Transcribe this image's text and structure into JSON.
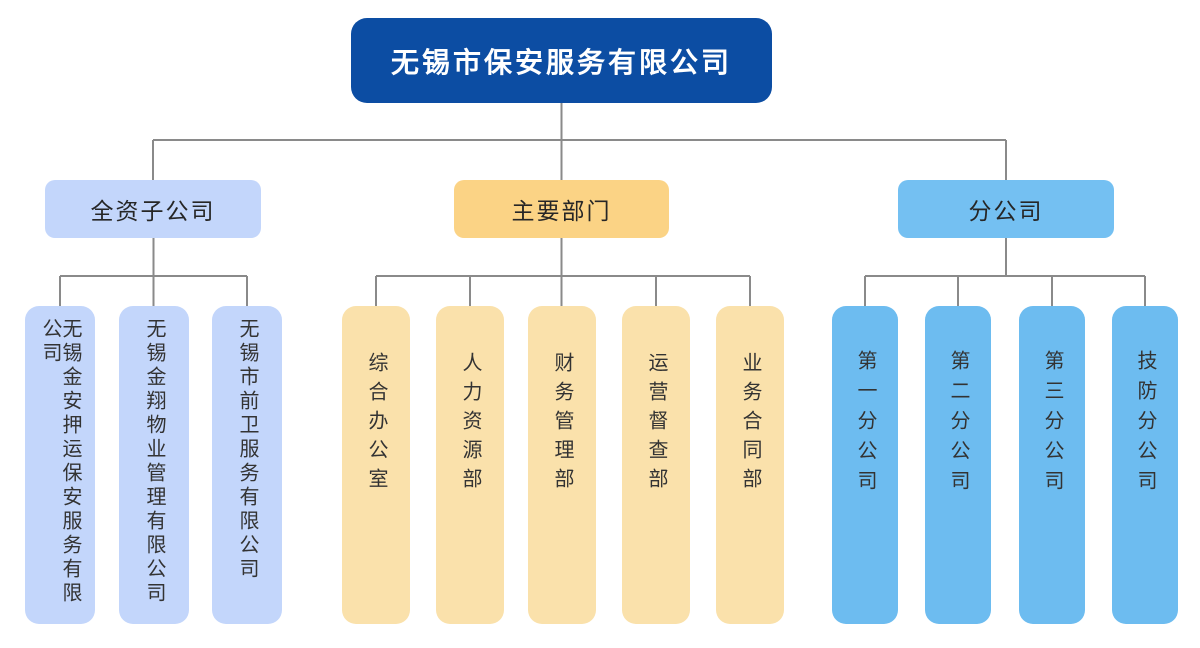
{
  "root": {
    "label": "无锡市保安服务有限公司"
  },
  "groups": [
    {
      "label": "全资子公司",
      "children": [
        "无锡金安押运保安服务有限公司",
        "无锡金翔物业管理有限公司",
        "无锡市前卫服务有限公司"
      ]
    },
    {
      "label": "主要部门",
      "children": [
        "综合办公室",
        "人力资源部",
        "财务管理部",
        "运营督查部",
        "业务合同部"
      ]
    },
    {
      "label": "分公司",
      "children": [
        "第一分公司",
        "第二分公司",
        "第三分公司",
        "技防分公司"
      ]
    }
  ],
  "colors": {
    "root_fill": "#0c4da3",
    "root_text": "#ffffff",
    "subsidiary_fill": "#c3d6fb",
    "subsidiary_header_fill": "#c3d6fb",
    "department_fill": "#fae1ab",
    "department_header_fill": "#fbd385",
    "branch_fill": "#6dbcf0",
    "branch_header_fill": "#74c0f2",
    "connector": "#8a8a8a",
    "node_text": "#333333",
    "header_text": "#262626"
  }
}
